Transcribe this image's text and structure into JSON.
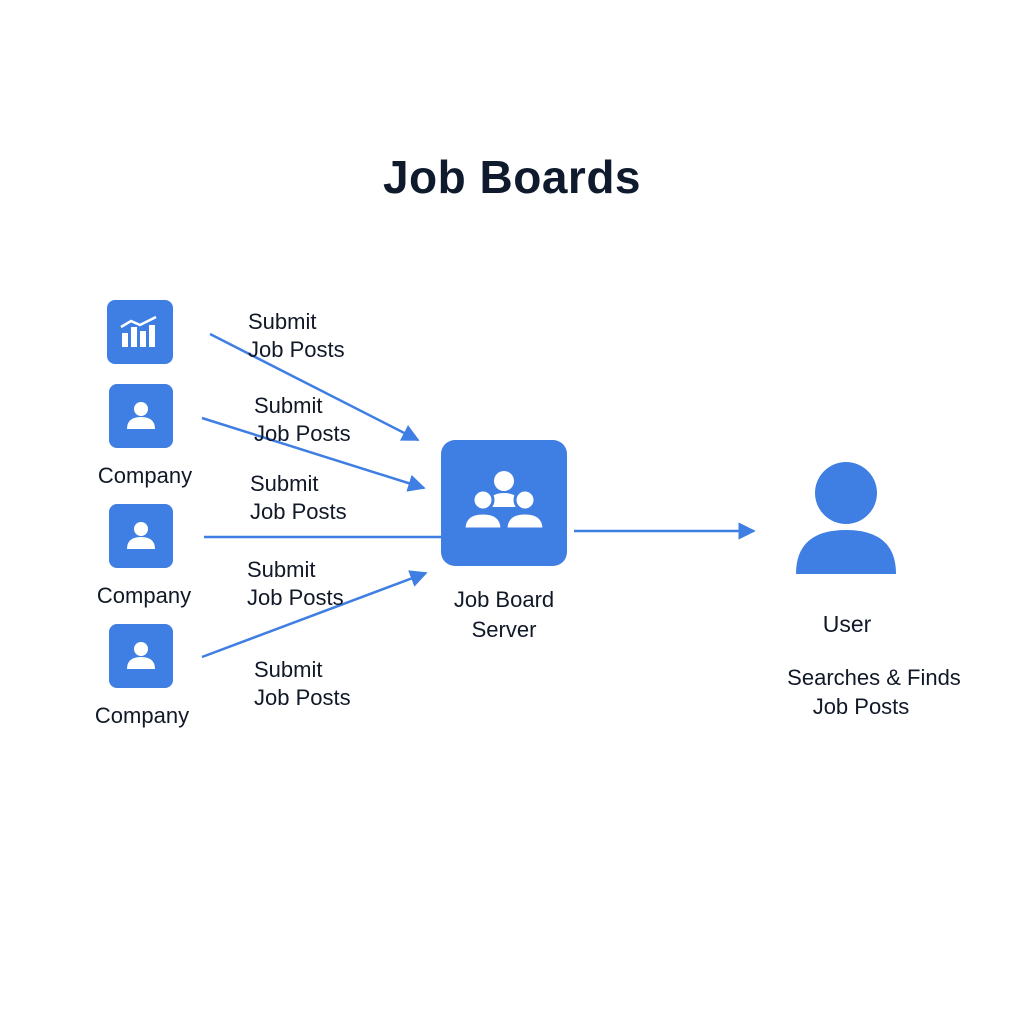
{
  "title": "Job Boards",
  "colors": {
    "accent": "#3f7ee3",
    "text": "#111827"
  },
  "companies": [
    {
      "icon": "bar-chart-icon",
      "label": ""
    },
    {
      "icon": "person-icon",
      "label": "Company"
    },
    {
      "icon": "person-icon",
      "label": "Company"
    },
    {
      "icon": "person-icon",
      "label": "Company"
    }
  ],
  "edges": [
    {
      "line1": "Submit",
      "line2": "Job Posts"
    },
    {
      "line1": "Submit",
      "line2": "Job Posts"
    },
    {
      "line1": "Submit",
      "line2": "Job Posts"
    },
    {
      "line1": "Submit",
      "line2": "Job Posts"
    },
    {
      "line1": "Submit",
      "line2": "Job Posts"
    }
  ],
  "server": {
    "icon": "group-icon",
    "line1": "Job Board",
    "line2": "Server"
  },
  "user": {
    "icon": "user-icon",
    "label": "User",
    "desc_line1": "Searches & Finds",
    "desc_line2": "Job Posts"
  }
}
